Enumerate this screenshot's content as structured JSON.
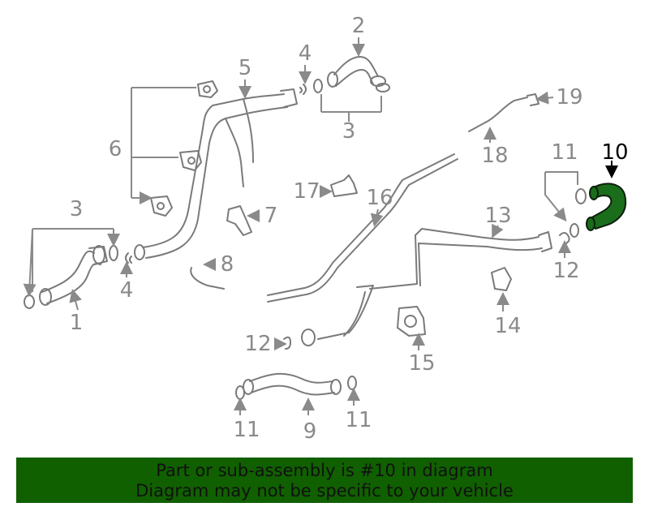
{
  "callouts": {
    "n1": "1",
    "n2": "2",
    "n3a": "3",
    "n3b": "3",
    "n4a": "4",
    "n4b": "4",
    "n5": "5",
    "n6": "6",
    "n7": "7",
    "n8": "8",
    "n9": "9",
    "n10": "10",
    "n11a": "11",
    "n11b": "11",
    "n11c": "11",
    "n12a": "12",
    "n12b": "12",
    "n13": "13",
    "n14": "14",
    "n15": "15",
    "n16": "16",
    "n17": "17",
    "n18": "18",
    "n19": "19"
  },
  "banner": {
    "line1": "Part or sub-assembly is #10 in diagram",
    "line2": "Diagram may not be specific to your vehicle"
  },
  "colors": {
    "part_stroke": "#7a7a7a",
    "label_gray": "#8a8a8a",
    "highlight_part": "#1a6d1a",
    "banner_bg": "#106000"
  }
}
